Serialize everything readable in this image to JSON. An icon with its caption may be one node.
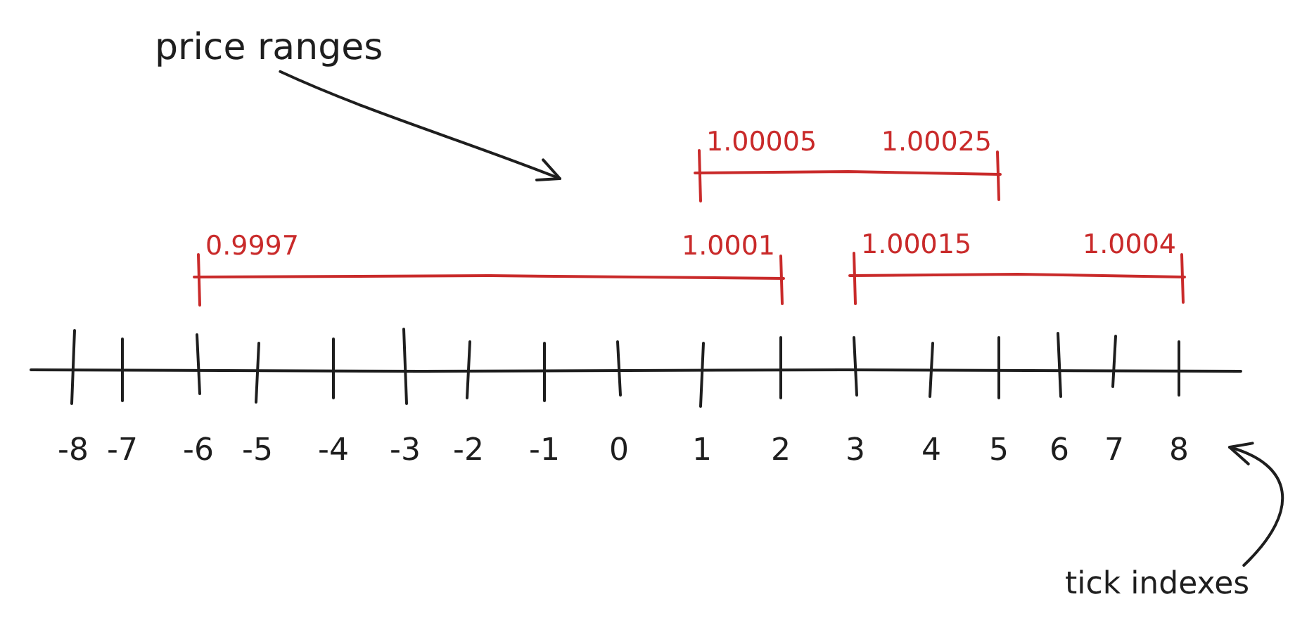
{
  "diagram": {
    "nodes": [
      {
        "text": [
          "price ranges"
        ]
      },
      {
        "text": [
          "1.00005",
          "1.00025"
        ]
      },
      {
        "text": [
          "0.9997",
          "1.0001"
        ]
      },
      {
        "text": [
          "1.00015",
          "1.0004"
        ]
      },
      {
        "text": [
          "tick indexes"
        ]
      }
    ],
    "edges": [
      {
        "from": 0,
        "to": null,
        "arrow": "to"
      },
      {
        "from": 4,
        "to": null,
        "arrow": "to"
      }
    ],
    "labels": [
      "-8",
      "-7",
      "-6",
      "-5",
      "-4",
      "-3",
      "-2",
      "-1",
      "0",
      "1",
      "2",
      "3",
      "4",
      "5",
      "6",
      "7",
      "8"
    ]
  }
}
